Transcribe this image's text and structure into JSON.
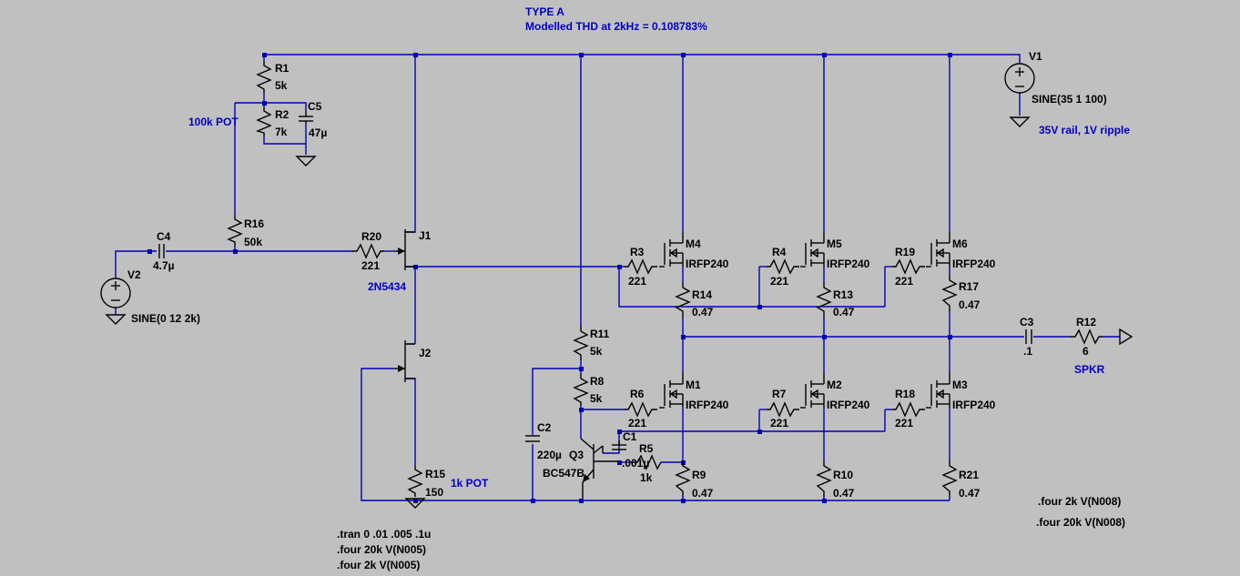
{
  "annotations": {
    "title_line1": "TYPE A",
    "title_line2": "Modelled THD at 2kHz = 0.108783%",
    "pot_100k": "100k POT",
    "pot_1k": "1k POT",
    "rail_note": "35V rail, 1V ripple",
    "jfet_type": "2N5434",
    "spkr": "SPKR"
  },
  "sources": {
    "v1": {
      "name": "V1",
      "value": "SINE(35 1 100)"
    },
    "v2": {
      "name": "V2",
      "value": "SINE(0 12 2k)"
    }
  },
  "resistors": [
    {
      "name": "R1",
      "value": "5k"
    },
    {
      "name": "R2",
      "value": "7k"
    },
    {
      "name": "R16",
      "value": "50k"
    },
    {
      "name": "R20",
      "value": "221"
    },
    {
      "name": "R15",
      "value": "150"
    },
    {
      "name": "R11",
      "value": "5k"
    },
    {
      "name": "R8",
      "value": "5k"
    },
    {
      "name": "R5",
      "value": "1k"
    },
    {
      "name": "R9",
      "value": "0.47"
    },
    {
      "name": "R3",
      "value": "221"
    },
    {
      "name": "R14",
      "value": "0.47"
    },
    {
      "name": "R6",
      "value": "221"
    },
    {
      "name": "R4",
      "value": "221"
    },
    {
      "name": "R13",
      "value": "0.47"
    },
    {
      "name": "R7",
      "value": "221"
    },
    {
      "name": "R10",
      "value": "0.47"
    },
    {
      "name": "R19",
      "value": "221"
    },
    {
      "name": "R17",
      "value": "0.47"
    },
    {
      "name": "R18",
      "value": "221"
    },
    {
      "name": "R21",
      "value": "0.47"
    },
    {
      "name": "R12",
      "value": "6"
    }
  ],
  "capacitors": [
    {
      "name": "C5",
      "value": "47µ"
    },
    {
      "name": "C4",
      "value": "4.7µ"
    },
    {
      "name": "C2",
      "value": "220µ"
    },
    {
      "name": "C1",
      "value": ".001µ"
    },
    {
      "name": "C3",
      "value": ".1"
    }
  ],
  "transistors": [
    {
      "name": "J1"
    },
    {
      "name": "J2"
    },
    {
      "name": "Q3",
      "value": "BC547B"
    },
    {
      "name": "M4",
      "value": "IRFP240"
    },
    {
      "name": "M5",
      "value": "IRFP240"
    },
    {
      "name": "M6",
      "value": "IRFP240"
    },
    {
      "name": "M1",
      "value": "IRFP240"
    },
    {
      "name": "M2",
      "value": "IRFP240"
    },
    {
      "name": "M3",
      "value": "IRFP240"
    }
  ],
  "directives": {
    "tran": ".tran 0 .01 .005 .1u",
    "four1": ".four 20k V(N005)",
    "four2": ".four 2k V(N005)",
    "four3": ".four 2k V(N008)",
    "four4": ".four 20k V(N008)"
  }
}
